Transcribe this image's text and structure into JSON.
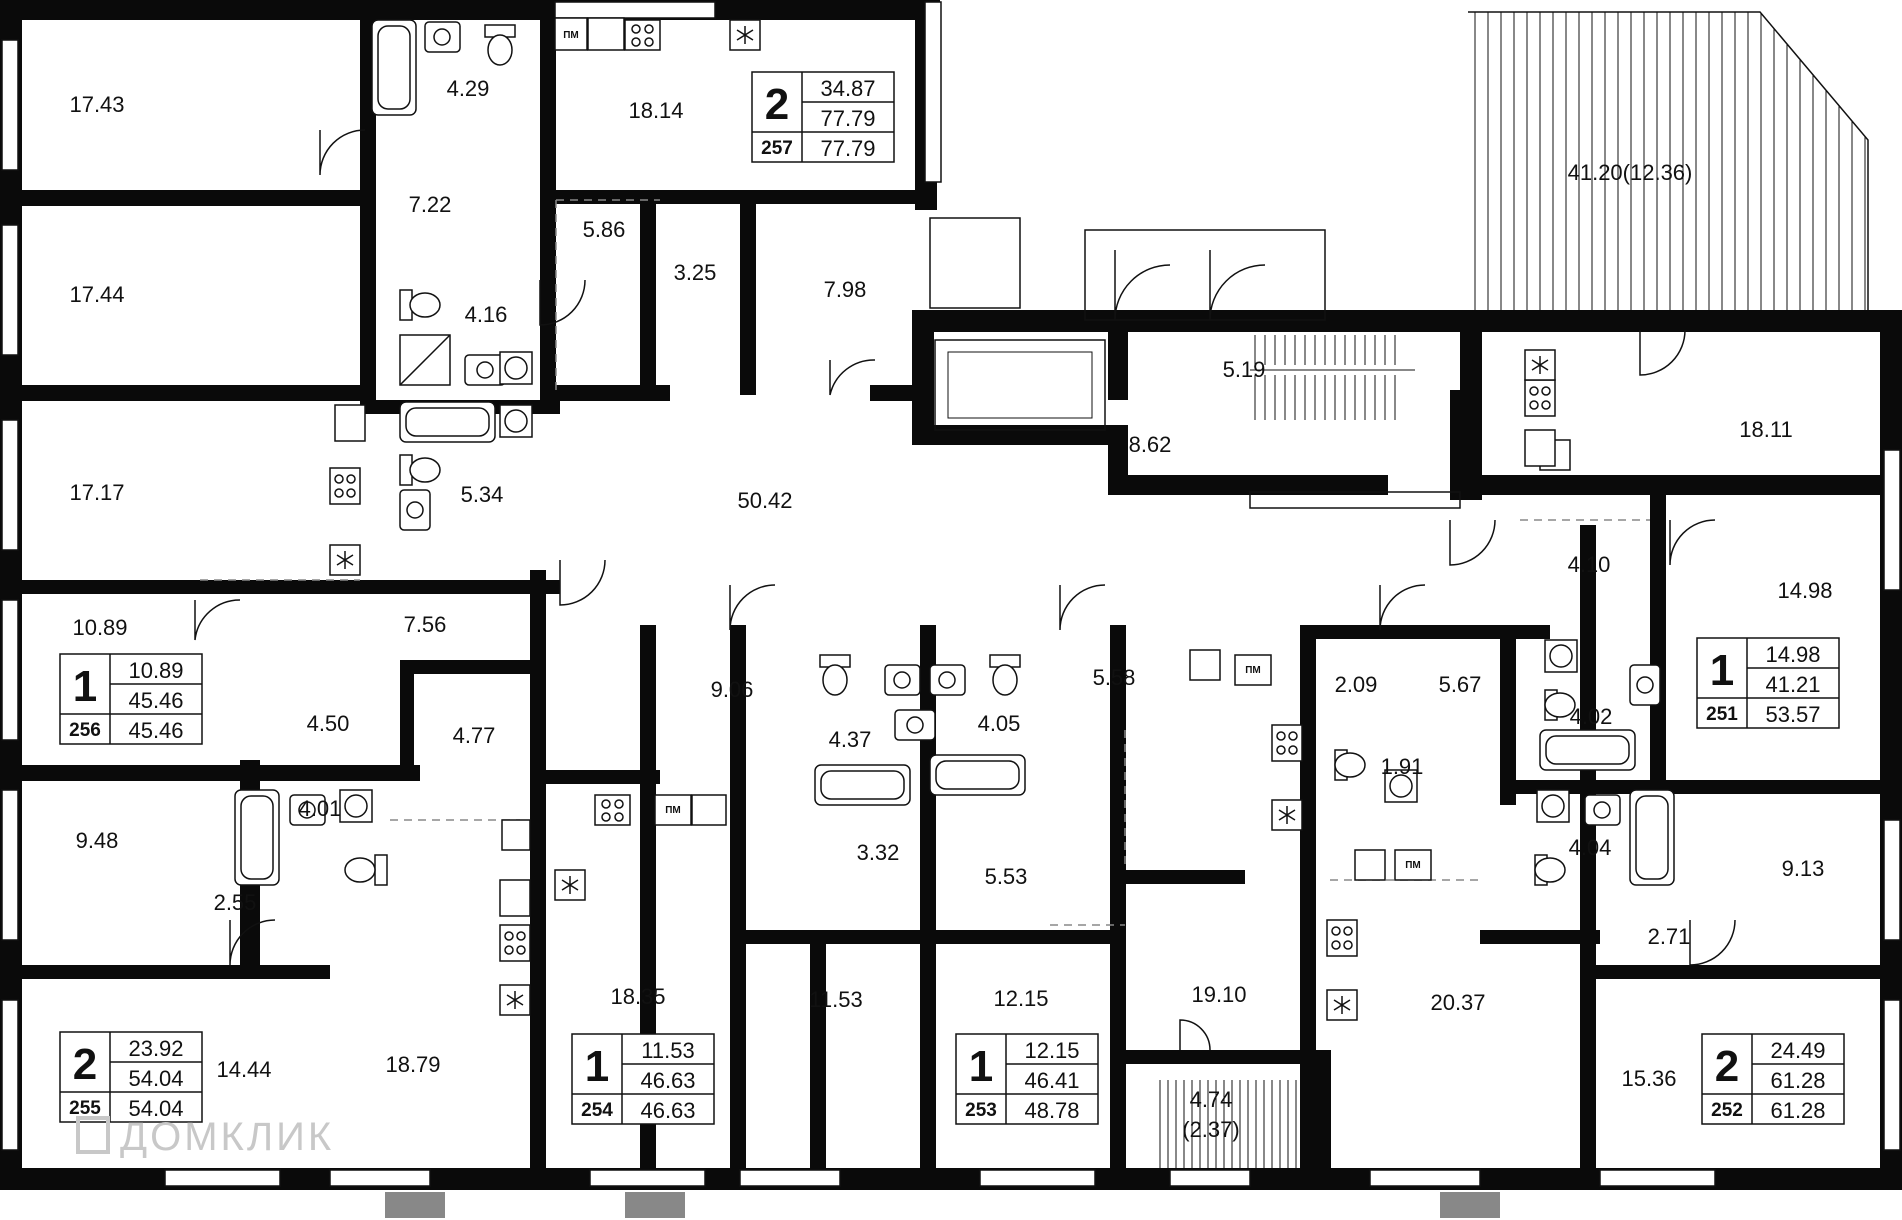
{
  "plan": {
    "watermark": "ДОМКЛИК",
    "appliance_label": "ПМ",
    "colors": {
      "wall": "#0a0a0a",
      "line": "#111111",
      "dash": "#888888",
      "watermark": "#c8c8c8"
    },
    "icons": [
      "bathtub-icon",
      "sink-icon",
      "toilet-icon",
      "stove-icon",
      "fridge-icon",
      "dishwasher-icon",
      "ventilation-icon",
      "shower-icon",
      "washer-icon",
      "door-icon",
      "stair-icon",
      "window-icon"
    ]
  },
  "rooms": {
    "r1": "17.43",
    "r2": "4.29",
    "r3": "18.14",
    "r4": "41.20(12.36)",
    "r5": "7.22",
    "r6": "5.86",
    "r7": "3.25",
    "r8": "7.98",
    "r9": "17.44",
    "r10": "4.16",
    "r11": "5.19",
    "r12": "18.11",
    "r13": "8.62",
    "r14": "50.42",
    "r15": "17.17",
    "r16": "5.34",
    "r17": "4.10",
    "r18": "14.98",
    "r19": "10.89",
    "r20": "7.56",
    "r21": "9.06",
    "r22": "5.58",
    "r23": "2.09",
    "r24": "5.67",
    "r25": "4.50",
    "r26": "4.77",
    "r27": "4.37",
    "r28": "4.05",
    "r29": "4.02",
    "r30": "1.91",
    "r31": "4.01",
    "r32": "9.48",
    "r33": "3.32",
    "r34": "5.53",
    "r35": "4.04",
    "r36": "9.13",
    "r37": "2.55",
    "r38": "2.71",
    "r39": "18.35",
    "r40": "11.53",
    "r41": "12.15",
    "r42": "19.10",
    "r43": "20.37",
    "r44": "14.44",
    "r45": "18.79",
    "r46": "15.36",
    "r47": "4.74",
    "r48": "(2.37)"
  },
  "apartments": {
    "a257": {
      "rooms": "2",
      "living": "34.87",
      "total": "77.79",
      "id": "257",
      "total_with_balcony": "77.79"
    },
    "a256": {
      "rooms": "1",
      "living": "10.89",
      "total": "45.46",
      "id": "256",
      "total_with_balcony": "45.46"
    },
    "a251": {
      "rooms": "1",
      "living": "14.98",
      "total": "41.21",
      "id": "251",
      "total_with_balcony": "53.57"
    },
    "a255": {
      "rooms": "2",
      "living": "23.92",
      "total": "54.04",
      "id": "255",
      "total_with_balcony": "54.04"
    },
    "a254": {
      "rooms": "1",
      "living": "11.53",
      "total": "46.63",
      "id": "254",
      "total_with_balcony": "46.63"
    },
    "a253": {
      "rooms": "1",
      "living": "12.15",
      "total": "46.41",
      "id": "253",
      "total_with_balcony": "48.78"
    },
    "a252": {
      "rooms": "2",
      "living": "24.49",
      "total": "61.28",
      "id": "252",
      "total_with_balcony": "61.28"
    }
  }
}
